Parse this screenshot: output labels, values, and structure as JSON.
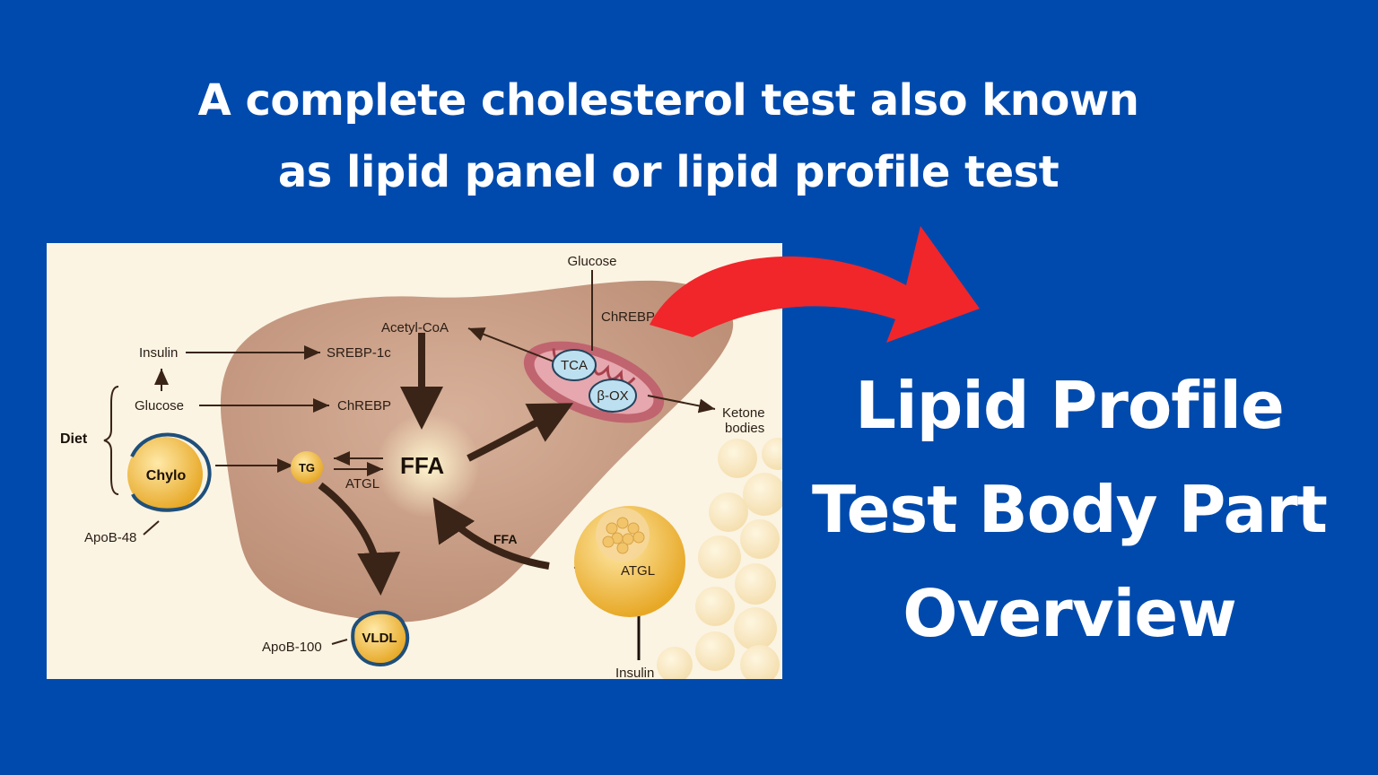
{
  "headline": {
    "line1": "A complete cholesterol test also known",
    "line2": "as lipid panel or lipid profile test"
  },
  "side_title": {
    "line1": "Lipid Profile",
    "line2": "Test Body Part",
    "line3": "Overview"
  },
  "diagram": {
    "labels": {
      "glucose_top": "Glucose",
      "chrebp_top": "ChREBP",
      "acetyl_coa": "Acetyl-CoA",
      "insulin_left": "Insulin",
      "srebp": "SREBP-1c",
      "glucose_left": "Glucose",
      "chrebp_mid": "ChREBP",
      "diet": "Diet",
      "chylo": "Chylo",
      "tg": "TG",
      "atgl_liver": "ATGL",
      "ffa_main": "FFA",
      "apob48": "ApoB-48",
      "tca": "TCA",
      "box": "β-OX",
      "ketone1": "Ketone",
      "ketone2": "bodies",
      "ffa_small": "FFA",
      "atgl_adipo": "ATGL",
      "insulin_bottom": "Insulin",
      "vldl": "VLDL",
      "apob100": "ApoB-100"
    }
  },
  "colors": {
    "background": "#004aad",
    "text": "#ffffff",
    "arrow": "#f0262b",
    "panel": "#fbf4e3",
    "liver": "#c79a82"
  }
}
